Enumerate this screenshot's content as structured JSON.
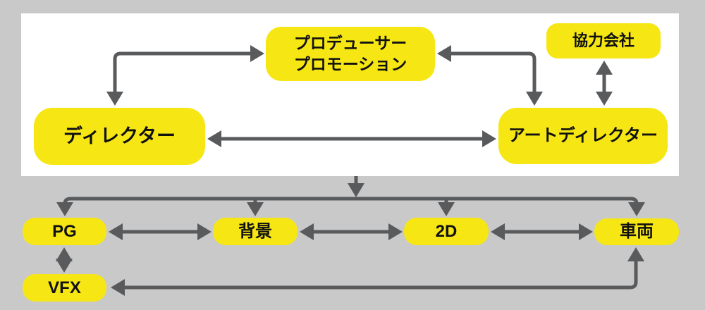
{
  "diagram": {
    "title": "production-workflow-organization-chart",
    "nodes": {
      "producer": {
        "line1": "プロデューサー",
        "line2": "プロモーション"
      },
      "partner": {
        "label": "協力会社"
      },
      "director": {
        "label": "ディレクター"
      },
      "art_director": {
        "label": "アートディレクター"
      },
      "pg": {
        "label": "PG"
      },
      "background": {
        "label": "背景"
      },
      "two_d": {
        "label": "2D"
      },
      "vehicle": {
        "label": "車両"
      },
      "vfx": {
        "label": "VFX"
      }
    },
    "connections": [
      {
        "from": "director",
        "to": "producer",
        "type": "bidirectional-elbow"
      },
      {
        "from": "producer",
        "to": "art_director",
        "type": "bidirectional-elbow"
      },
      {
        "from": "partner",
        "to": "art_director",
        "type": "bidirectional"
      },
      {
        "from": "director",
        "to": "art_director",
        "type": "bidirectional"
      },
      {
        "from": "management_panel",
        "to": "team_row",
        "type": "down"
      },
      {
        "from": "team_row_line",
        "to": [
          "pg",
          "background",
          "two_d",
          "vehicle"
        ],
        "type": "down"
      },
      {
        "from": "pg",
        "to": "background",
        "type": "bidirectional"
      },
      {
        "from": "background",
        "to": "two_d",
        "type": "bidirectional"
      },
      {
        "from": "two_d",
        "to": "vehicle",
        "type": "bidirectional"
      },
      {
        "from": "pg",
        "to": "vfx",
        "type": "bidirectional"
      },
      {
        "from": "vfx",
        "to": "vehicle",
        "type": "bidirectional-elbow"
      }
    ],
    "colors": {
      "background": "#c9c9ca",
      "panel": "#ffffff",
      "node_fill": "#f6e714",
      "arrow": "#595a5c",
      "text": "#111111"
    }
  }
}
